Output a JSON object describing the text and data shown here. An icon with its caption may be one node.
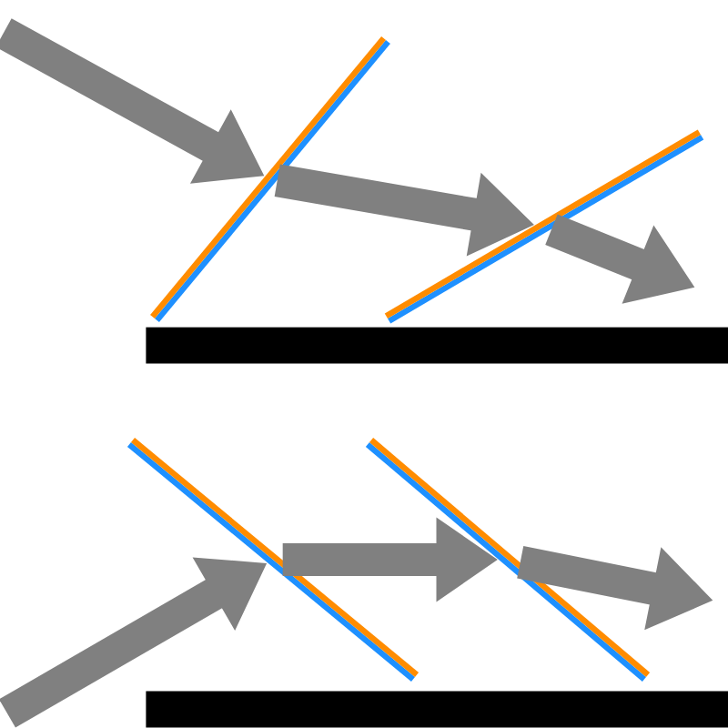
{
  "diagram": {
    "nodes": [
      {
        "text": [],
        "shape": "bar"
      },
      {
        "text": [],
        "shape": "bar"
      },
      {
        "text": [],
        "shape": "bar"
      },
      {
        "text": [],
        "shape": "bar"
      },
      {
        "text": [],
        "shape": "box"
      },
      {
        "text": [],
        "shape": "box"
      }
    ],
    "edges": [
      {
        "from": null,
        "to": 0,
        "arrow": "to"
      },
      {
        "from": 0,
        "to": 1,
        "arrow": "to"
      },
      {
        "from": 1,
        "to": null,
        "arrow": "to"
      },
      {
        "from": null,
        "to": 2,
        "arrow": "to"
      },
      {
        "from": 2,
        "to": 3,
        "arrow": "to"
      },
      {
        "from": 3,
        "to": null,
        "arrow": "to"
      }
    ]
  }
}
